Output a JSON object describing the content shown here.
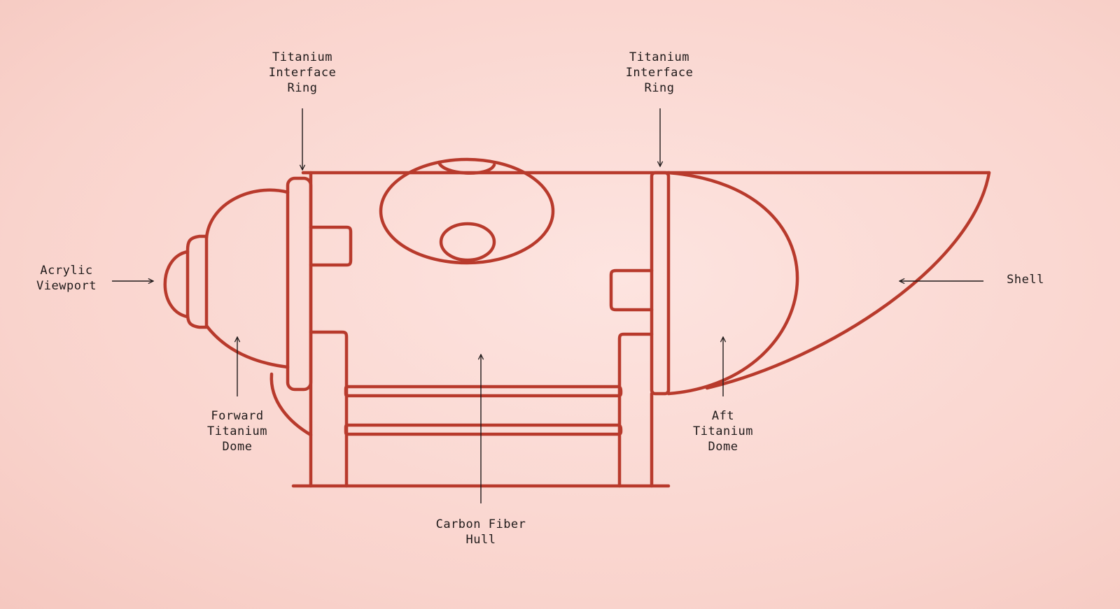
{
  "diagram": {
    "stroke_color": "#b83a2c",
    "leader_color": "#1f1a1a",
    "labels": {
      "titanium_ring_fwd": "Titanium\nInterface\nRing",
      "titanium_ring_aft": "Titanium\nInterface\nRing",
      "acrylic_viewport": "Acrylic\nViewport",
      "forward_dome": "Forward\nTitanium\nDome",
      "carbon_hull": "Carbon Fiber\nHull",
      "aft_dome": "Aft\nTitanium\nDome",
      "shell": "Shell"
    }
  }
}
